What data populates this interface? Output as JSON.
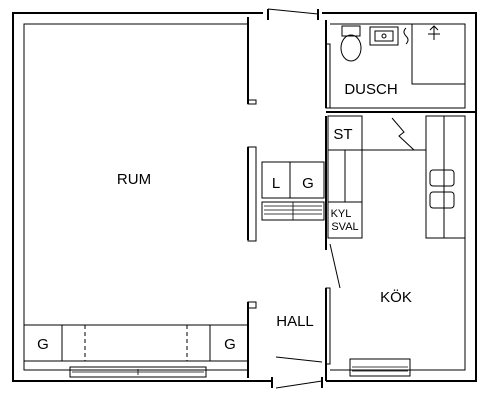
{
  "rooms": {
    "rum": "RUM",
    "dusch": "DUSCH",
    "kok": "KÖK",
    "hall": "HALL",
    "storage": "ST"
  },
  "closets": {
    "l": "L",
    "g_middle": "G",
    "g_left": "G",
    "g_right": "G"
  },
  "fridge": {
    "line1": "KYL",
    "line2": "SVAL"
  }
}
